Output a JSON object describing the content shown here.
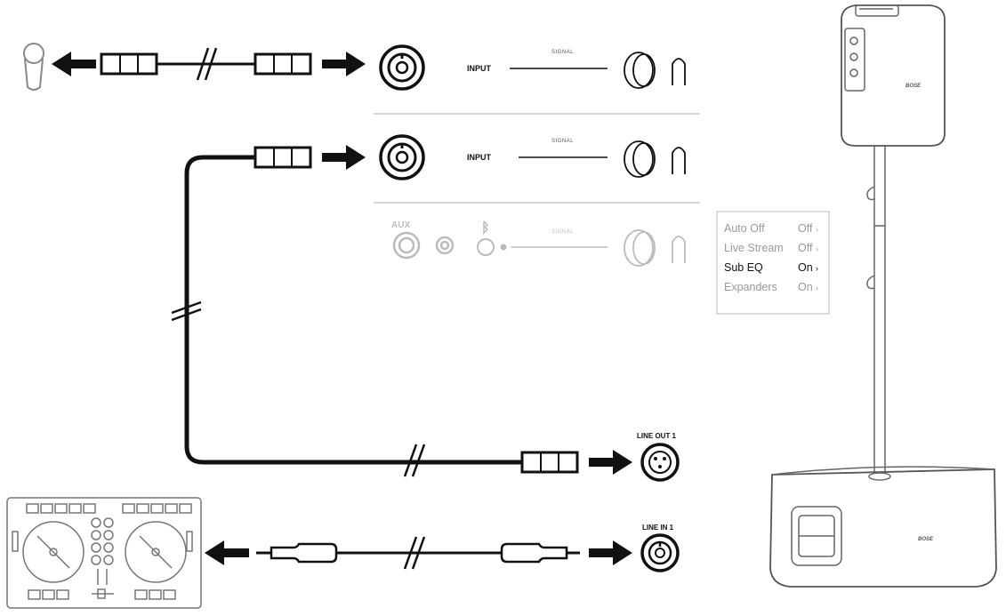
{
  "channels": {
    "ch1": {
      "input_label": "INPUT",
      "signal_label": "SIGNAL"
    },
    "ch2": {
      "input_label": "INPUT",
      "signal_label": "SIGNAL"
    },
    "ch3": {
      "aux_label": "AUX",
      "signal_label": "SIGNAL"
    }
  },
  "jacks": {
    "line_out": "LINE OUT 1",
    "line_in": "LINE IN 1"
  },
  "speaker": {
    "brand": "BOSE"
  },
  "base": {
    "brand": "BOSE"
  },
  "menu": {
    "items": [
      {
        "label": "Auto Off",
        "value": "Off",
        "highlighted": false
      },
      {
        "label": "Live Stream",
        "value": "Off",
        "highlighted": false
      },
      {
        "label": "Sub EQ",
        "value": "On",
        "highlighted": true
      },
      {
        "label": "Expanders",
        "value": "On",
        "highlighted": false
      }
    ]
  },
  "colors": {
    "line": "#111111",
    "faded": "#bbbbbb",
    "menu_dim": "#9a9a9a",
    "menu_active": "#111111"
  }
}
